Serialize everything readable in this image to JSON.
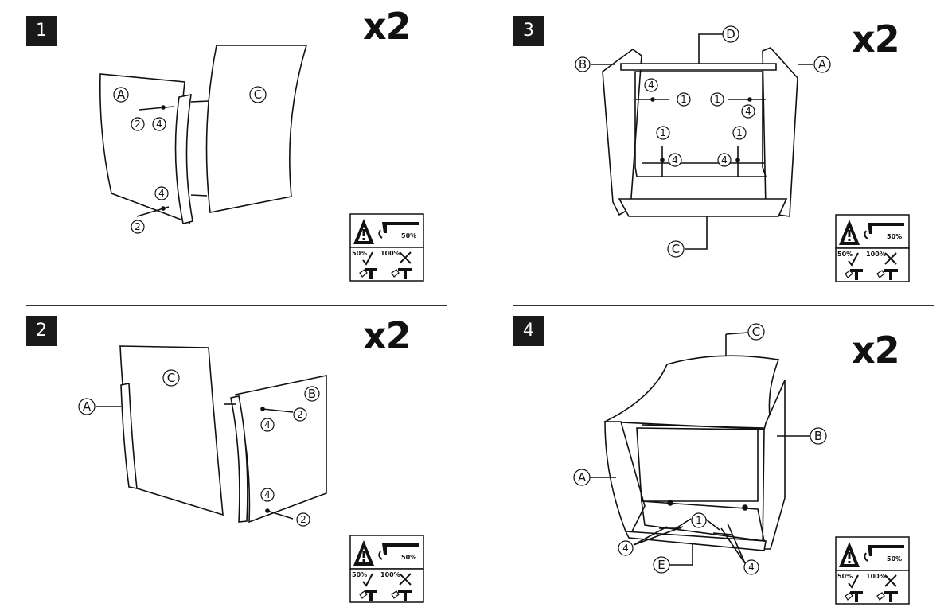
{
  "steps": [
    {
      "number": "1",
      "multiplier": "x2",
      "labels": {
        "panel_a": "A",
        "panel_c": "C",
        "dowel_top": "2",
        "cam_top": "4",
        "cam_bottom": "4",
        "dowel_bottom": "2"
      }
    },
    {
      "number": "2",
      "multiplier": "x2",
      "labels": {
        "panel_a": "A",
        "panel_c": "C",
        "panel_b": "B",
        "dowel_top": "2",
        "cam_top": "4",
        "cam_bottom": "4",
        "dowel_bottom": "2"
      }
    },
    {
      "number": "3",
      "multiplier": "x2",
      "labels": {
        "panel_b": "B",
        "panel_d": "D",
        "panel_a": "A",
        "panel_c": "C",
        "cam_tl": "4",
        "bolt_tl": "1",
        "bolt_tr": "1",
        "cam_tr": "4",
        "bolt_ml": "1",
        "bolt_mr": "1",
        "cam_bl": "4",
        "cam_br": "4"
      }
    },
    {
      "number": "4",
      "multiplier": "x2",
      "labels": {
        "panel_c": "C",
        "panel_b": "B",
        "panel_a": "A",
        "bolt": "1",
        "cam_left": "4",
        "panel_e": "E",
        "cam_right": "4"
      }
    }
  ],
  "warning_box": {
    "torque": "50%",
    "ok_pct": "50%",
    "bad_pct": "100%"
  },
  "icons": [
    "warning-triangle-icon",
    "allen-key-icon",
    "check-icon",
    "cross-icon",
    "screwdriver-icon"
  ]
}
